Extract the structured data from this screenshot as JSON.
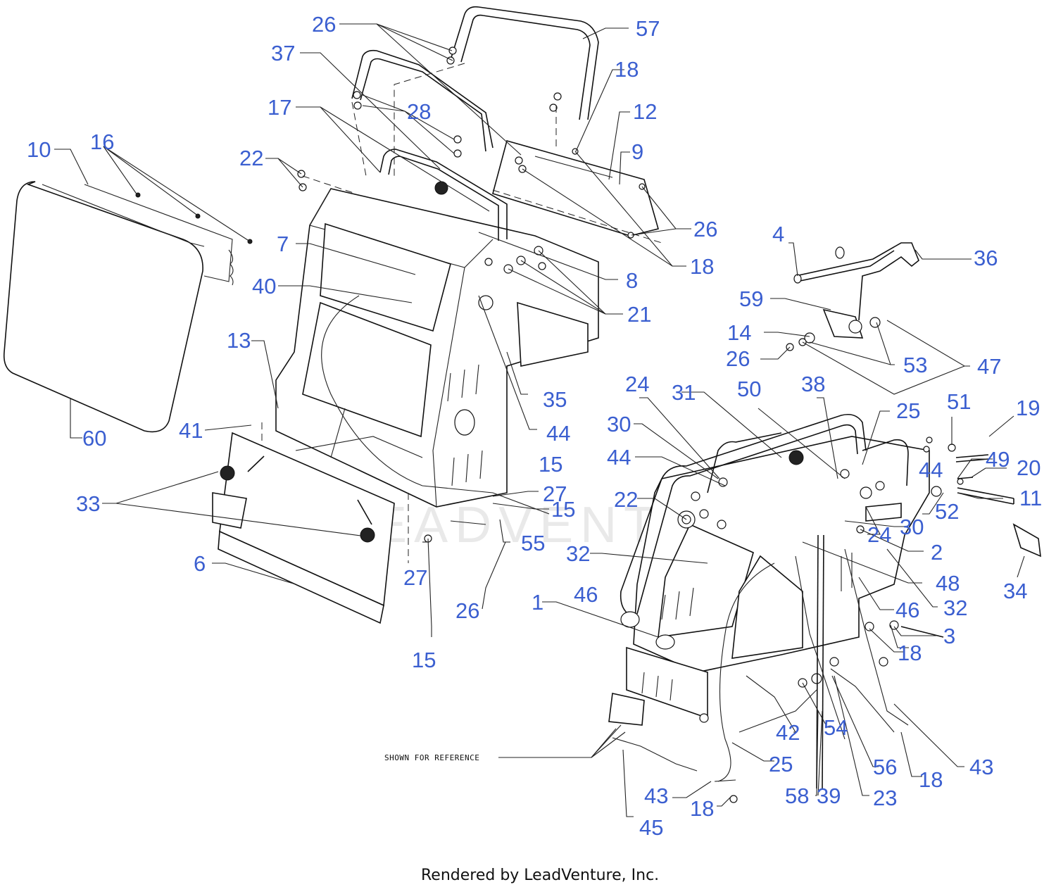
{
  "diagram": {
    "reference_note": "SHOWN FOR REFERENCE",
    "credit": "Rendered by LeadVenture, Inc.",
    "watermark": "LEADVENTURE",
    "label_color": "#3b5fd0",
    "labels": {
      "l57": "57",
      "l26a": "26",
      "l18a": "18",
      "l37": "37",
      "l28": "28",
      "l17": "17",
      "l12": "12",
      "l9": "9",
      "l10": "10",
      "l16": "16",
      "l22a": "22",
      "l26b": "26",
      "l7": "7",
      "l18b": "18",
      "l8": "8",
      "l40": "40",
      "l21": "21",
      "l4": "4",
      "l36": "36",
      "l59": "59",
      "l14": "14",
      "l26c": "26",
      "l53": "53",
      "l47": "47",
      "l13": "13",
      "l35": "35",
      "l24a": "24",
      "l31": "31",
      "l50": "50",
      "l38": "38",
      "l25a": "25",
      "l51": "51",
      "l19": "19",
      "l41": "41",
      "l60": "60",
      "l44a": "44",
      "l30a": "30",
      "l44b": "44",
      "l15a": "15",
      "l49": "49",
      "l20": "20",
      "l33": "33",
      "l27a": "27",
      "l22b": "22",
      "l15b": "15",
      "l44c": "44",
      "l11": "11",
      "l52": "52",
      "l30b": "30",
      "l24b": "24",
      "l2": "2",
      "l32a": "32",
      "l55": "55",
      "l6": "6",
      "l27b": "27",
      "l48": "48",
      "l34": "34",
      "l46a": "46",
      "l32b": "32",
      "l26d": "26",
      "l46b": "46",
      "l1": "1",
      "l3": "3",
      "l15c": "15",
      "l18c": "18",
      "l42": "42",
      "l54": "54",
      "l25b": "25",
      "l43a": "43",
      "l56": "56",
      "l18d": "18",
      "l43b": "43",
      "l18e": "18",
      "l58": "58",
      "l39": "39",
      "l23": "23",
      "l45": "45"
    }
  }
}
